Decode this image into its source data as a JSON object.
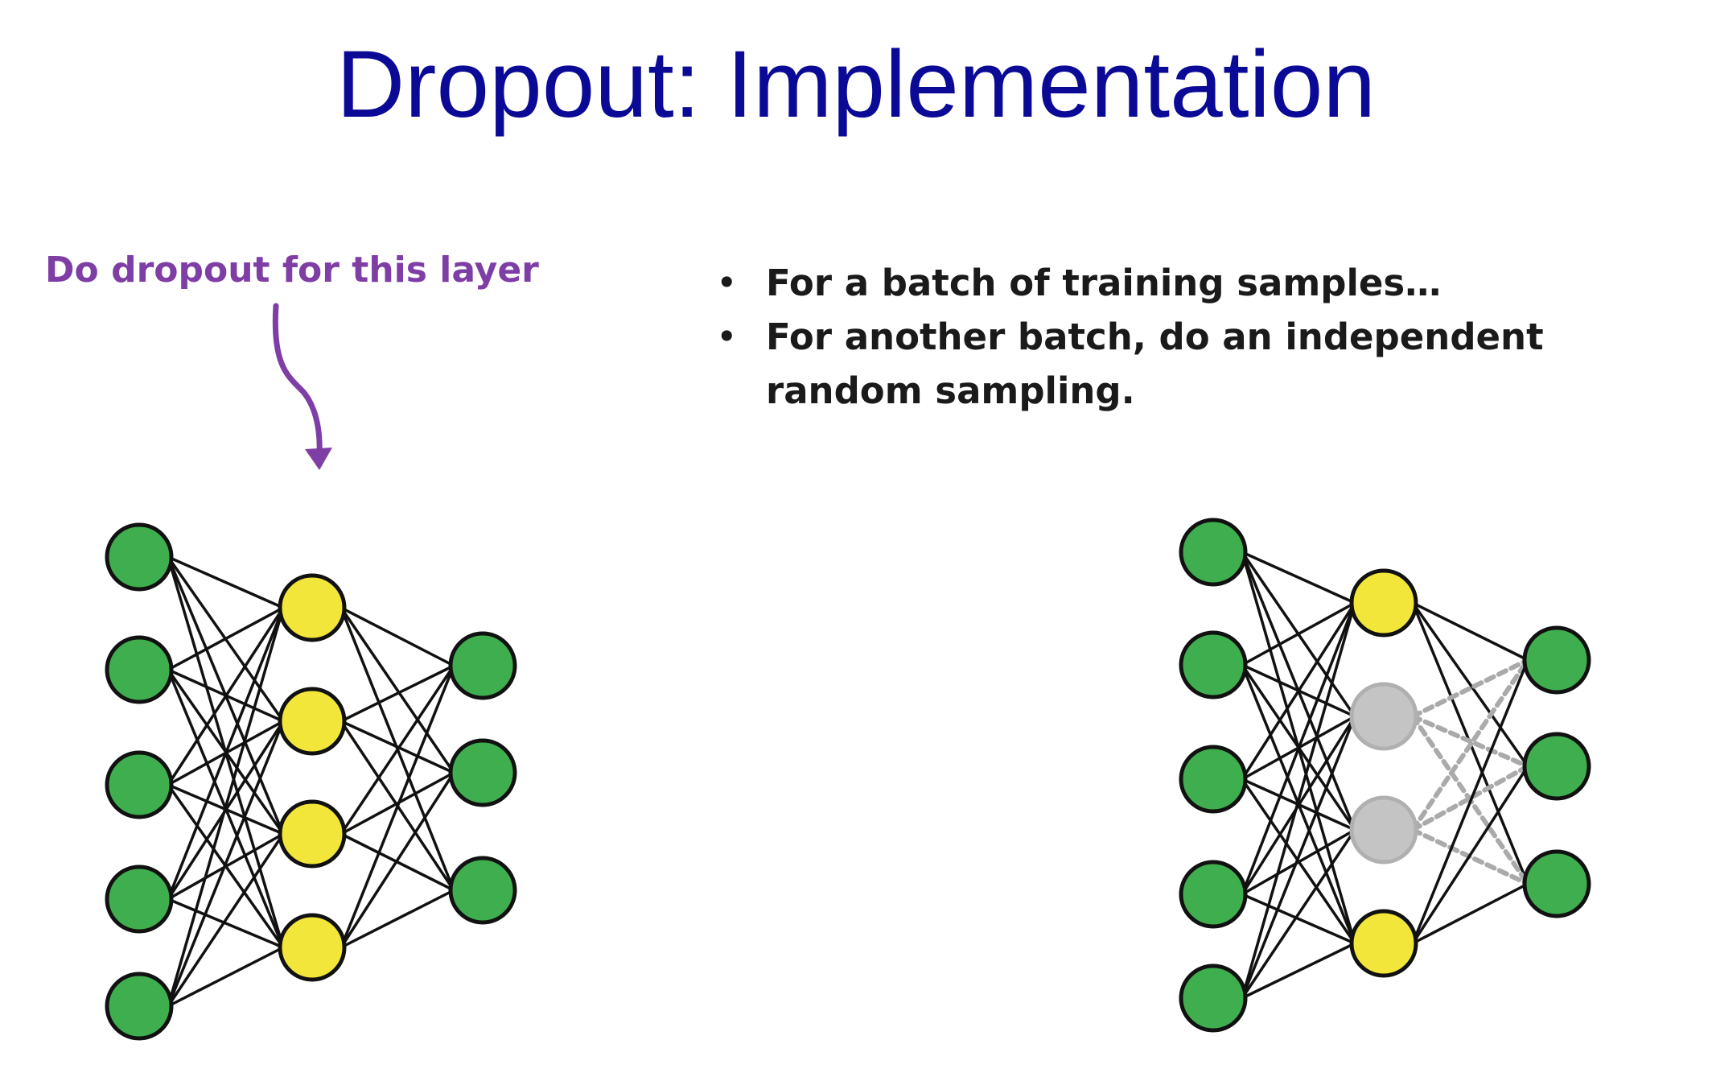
{
  "slide": {
    "title": "Dropout: Implementation",
    "callout": "Do dropout for this layer",
    "bullets": [
      "For a batch of training samples…",
      "For another batch, do an independent random sampling."
    ]
  },
  "colors": {
    "title": "#0a0a96",
    "callout": "#7e3ea6",
    "input_node": "#3fae4f",
    "hidden_node": "#f2e63a",
    "dropped_node": "#c4c4c4",
    "edge": "#111111",
    "dropped_edge": "#aaaaaa"
  },
  "networks": [
    {
      "id": "full-network",
      "layers": [
        {
          "role": "input",
          "count": 5
        },
        {
          "role": "hidden",
          "count": 4,
          "dropped": []
        },
        {
          "role": "output",
          "count": 3
        }
      ]
    },
    {
      "id": "thinned-network",
      "layers": [
        {
          "role": "input",
          "count": 5
        },
        {
          "role": "hidden",
          "count": 4,
          "dropped": [
            1,
            2
          ]
        },
        {
          "role": "output",
          "count": 3
        }
      ]
    }
  ]
}
